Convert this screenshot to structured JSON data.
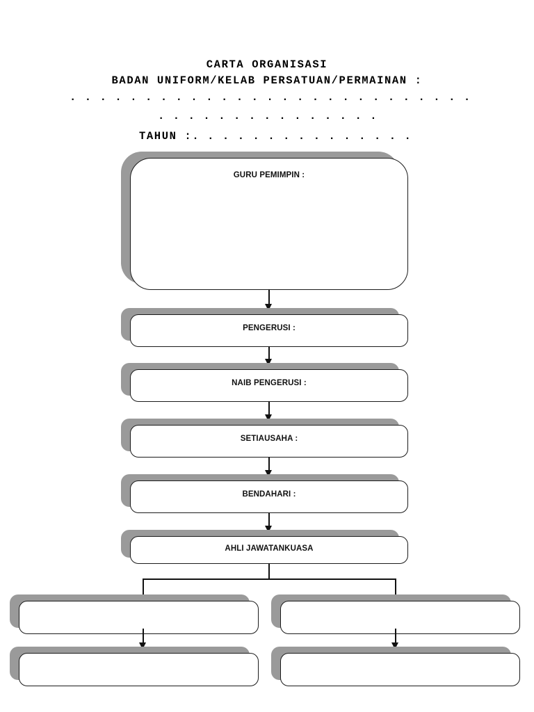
{
  "document": {
    "title_line_1": "CARTA ORGANISASI",
    "title_line_2": "BADAN UNIFORM/KELAB PERSATUAN/PERMAINAN :",
    "fill_line_1": ". . . . . . . . . . . . . . . . . . . . . . . . . . . . . . . . . . . . . . . . . . . . . . . . . . .",
    "fill_line_2": ". . . . . . . . . . . . . . . . . . . . . . . . . .",
    "year_label": "TAHUN :",
    "year_dots": ". . . . . . . . . . . . . . . . . . . . . ."
  },
  "colors": {
    "shadow_gray": "#9a9a9a",
    "box_border": "#1a1a1a",
    "box_fill": "#ffffff",
    "line": "#111111",
    "text": "#111111"
  },
  "chart_nodes": {
    "guru_pemimpin": "GURU PEMIMPIN :",
    "pengerusi": "PENGERUSI :",
    "naib_pengerusi": "NAIB PENGERUSI :",
    "setiausaha": "SETIAUSAHA :",
    "bendahari": "BENDAHARI :",
    "ahli_jawatankuasa": "AHLI JAWATANKUASA",
    "member_left_1": "",
    "member_right_1": "",
    "member_left_2": "",
    "member_right_2": ""
  }
}
